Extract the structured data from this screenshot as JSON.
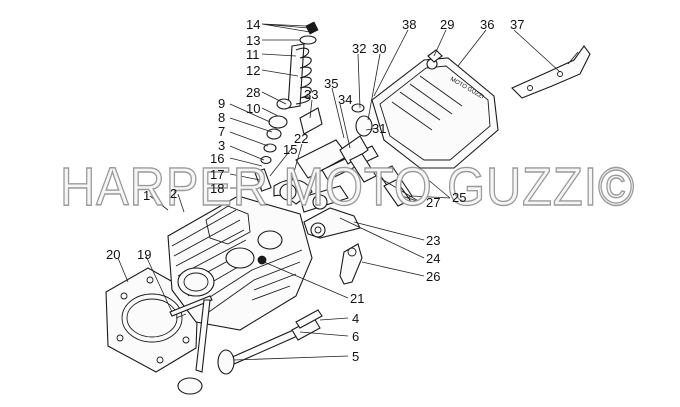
{
  "watermark": "HARPER MOTO GUZZI©",
  "cover_branding": "MOTO GUZZI",
  "labels": [
    {
      "id": "14",
      "text": "14"
    },
    {
      "id": "13",
      "text": "13"
    },
    {
      "id": "11",
      "text": "11"
    },
    {
      "id": "12",
      "text": "12"
    },
    {
      "id": "28",
      "text": "28"
    },
    {
      "id": "10",
      "text": "10"
    },
    {
      "id": "9",
      "text": "9"
    },
    {
      "id": "8",
      "text": "8"
    },
    {
      "id": "7",
      "text": "7"
    },
    {
      "id": "3",
      "text": "3"
    },
    {
      "id": "16",
      "text": "16"
    },
    {
      "id": "17",
      "text": "17"
    },
    {
      "id": "18",
      "text": "18"
    },
    {
      "id": "1",
      "text": "1"
    },
    {
      "id": "2",
      "text": "2"
    },
    {
      "id": "20",
      "text": "20"
    },
    {
      "id": "19",
      "text": "19"
    },
    {
      "id": "33",
      "text": "33"
    },
    {
      "id": "22",
      "text": "22"
    },
    {
      "id": "15",
      "text": "15"
    },
    {
      "id": "35",
      "text": "35"
    },
    {
      "id": "34",
      "text": "34"
    },
    {
      "id": "32",
      "text": "32"
    },
    {
      "id": "30",
      "text": "30"
    },
    {
      "id": "31",
      "text": "31"
    },
    {
      "id": "38",
      "text": "38"
    },
    {
      "id": "29",
      "text": "29"
    },
    {
      "id": "36",
      "text": "36"
    },
    {
      "id": "37",
      "text": "37"
    },
    {
      "id": "27",
      "text": "27"
    },
    {
      "id": "25",
      "text": "25"
    },
    {
      "id": "23",
      "text": "23"
    },
    {
      "id": "24",
      "text": "24"
    },
    {
      "id": "26",
      "text": "26"
    },
    {
      "id": "21",
      "text": "21"
    },
    {
      "id": "4",
      "text": "4"
    },
    {
      "id": "6",
      "text": "6"
    },
    {
      "id": "5",
      "text": "5"
    }
  ]
}
